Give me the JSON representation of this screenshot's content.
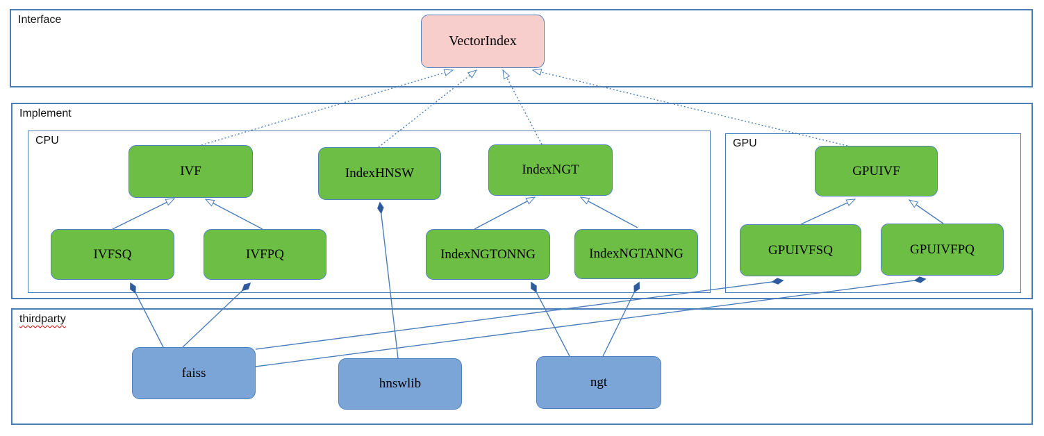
{
  "colors": {
    "interface_node_fill": "#f8cecc",
    "implementation_node_fill": "#6cbe45",
    "thirdparty_node_fill": "#7ba4d7",
    "node_border": "#4f81bd",
    "container_border": "#4a7ebb",
    "edge_line": "#4a7ebb",
    "composition_diamond": "#2e5b9e",
    "spellcheck_underline": "#cc0000"
  },
  "containers": {
    "interface": "Interface",
    "implement": "Implement",
    "cpu": "CPU",
    "gpu": "GPU",
    "thirdparty": "thirdparty"
  },
  "nodes": {
    "vectorindex": "VectorIndex",
    "ivf": "IVF",
    "indexhnsw": "IndexHNSW",
    "indexngt": "IndexNGT",
    "ivfsq": "IVFSQ",
    "ivfpq": "IVFPQ",
    "indexngtonng": "IndexNGTONNG",
    "indexngtanng": "IndexNGTANNG",
    "gpuivf": "GPUIVF",
    "gpuivfsq": "GPUIVFSQ",
    "gpuivfpq": "GPUIVFPQ",
    "faiss": "faiss",
    "hnswlib": "hnswlib",
    "ngt": "ngt"
  },
  "edges": [
    {
      "from": "IVF",
      "to": "VectorIndex",
      "type": "realization"
    },
    {
      "from": "IndexHNSW",
      "to": "VectorIndex",
      "type": "realization"
    },
    {
      "from": "IndexNGT",
      "to": "VectorIndex",
      "type": "realization"
    },
    {
      "from": "GPUIVF",
      "to": "VectorIndex",
      "type": "realization"
    },
    {
      "from": "IVFSQ",
      "to": "IVF",
      "type": "generalization"
    },
    {
      "from": "IVFPQ",
      "to": "IVF",
      "type": "generalization"
    },
    {
      "from": "IndexNGTONNG",
      "to": "IndexNGT",
      "type": "generalization"
    },
    {
      "from": "IndexNGTANNG",
      "to": "IndexNGT",
      "type": "generalization"
    },
    {
      "from": "GPUIVFSQ",
      "to": "GPUIVF",
      "type": "generalization"
    },
    {
      "from": "GPUIVFPQ",
      "to": "GPUIVF",
      "type": "generalization"
    },
    {
      "from": "faiss",
      "to": "IVFSQ",
      "type": "composition"
    },
    {
      "from": "faiss",
      "to": "IVFPQ",
      "type": "composition"
    },
    {
      "from": "faiss",
      "to": "GPUIVFSQ",
      "type": "composition"
    },
    {
      "from": "faiss",
      "to": "GPUIVFPQ",
      "type": "composition"
    },
    {
      "from": "hnswlib",
      "to": "IndexHNSW",
      "type": "composition"
    },
    {
      "from": "ngt",
      "to": "IndexNGTONNG",
      "type": "composition"
    },
    {
      "from": "ngt",
      "to": "IndexNGTANNG",
      "type": "composition"
    }
  ]
}
